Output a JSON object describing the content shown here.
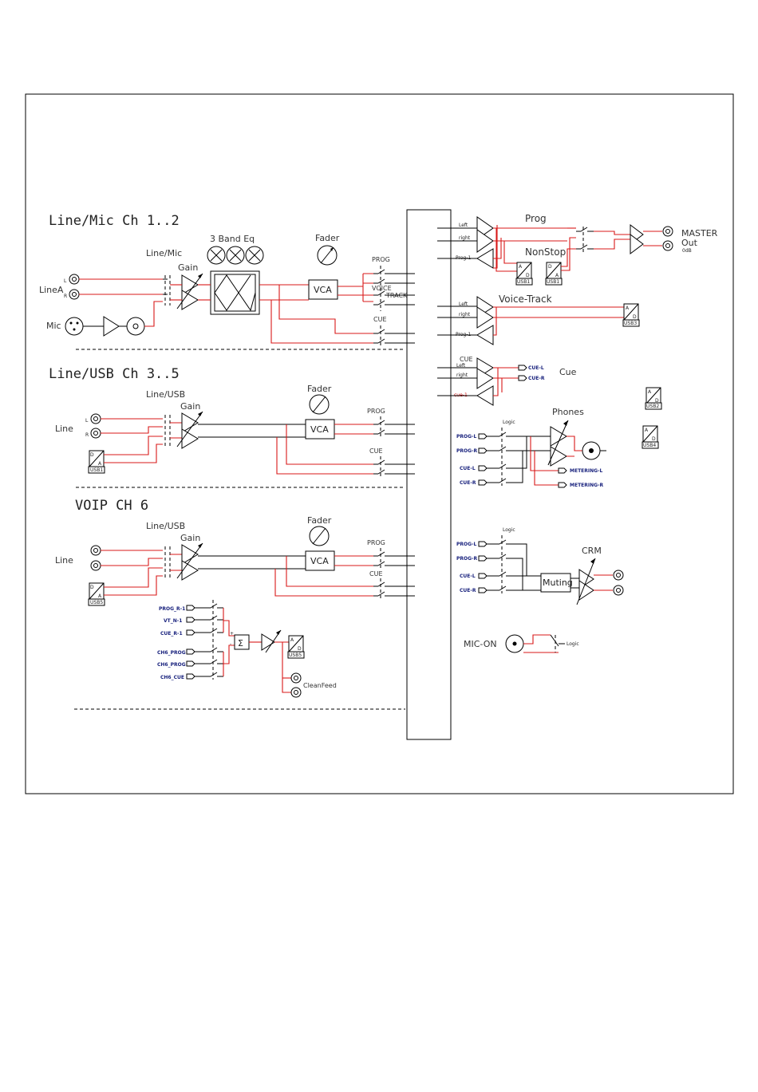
{
  "sections": {
    "ch12": {
      "title": "Line/Mic Ch 1..2",
      "input_type": "Line/Mic",
      "gain": "Gain",
      "eq": "3 Band Eq",
      "fader": "Fader",
      "vca": "VCA",
      "line_in": "LineA",
      "l": "L",
      "r": "R",
      "mic": "Mic",
      "prog": "PROG",
      "voice": "VOICE",
      "track": "TRACK",
      "cue": "CUE"
    },
    "ch35": {
      "title": "Line/USB Ch 3..5",
      "input_type": "Line/USB",
      "gain": "Gain",
      "fader": "Fader",
      "vca": "VCA",
      "line_in": "Line",
      "l": "L",
      "r": "R",
      "usb": "USB1",
      "prog": "PROG",
      "cue": "CUE"
    },
    "ch6": {
      "title": "VOIP CH 6",
      "input_type": "Line/USB",
      "gain": "Gain",
      "fader": "Fader",
      "vca": "VCA",
      "line_in": "Line",
      "usb": "USB5",
      "prog": "PROG",
      "cue": "CUE"
    }
  },
  "voip_mix": {
    "inputs": [
      "PROG_R-1",
      "VT_N-1",
      "CUE_R-1",
      "CH6_PROG",
      "CH6_PROG",
      "CH6_CUE"
    ],
    "sum": "Σ",
    "plus": "+",
    "minus": "-",
    "usb": "USB5",
    "output": "CleanFeed"
  },
  "busses": {
    "prog": {
      "label": "Prog",
      "left": "Left",
      "right": "right",
      "minus": "Prog-1"
    },
    "nonstop": {
      "label": "NonStop",
      "usb_a": "USB1",
      "usb_b": "USB1"
    },
    "master": {
      "l1": "MASTER",
      "l2": "Out",
      "l3": "0dB"
    },
    "voice_track": {
      "label": "Voice-Track",
      "left": "Left",
      "right": "right",
      "minus": "Prog-1",
      "usb": "USB3"
    },
    "cue": {
      "label": "CUE",
      "title": "Cue",
      "left": "Left",
      "right": "right",
      "minus": "cue-1",
      "out_l": "CUE-L",
      "out_r": "CUE-R"
    },
    "usb_side": [
      "USB2",
      "USB4"
    ]
  },
  "phones": {
    "title": "Phones",
    "logic": "Logic",
    "inputs": [
      "PROG-L",
      "PROG-R",
      "CUE-L",
      "CUE-R"
    ],
    "metering": [
      "METERING-L",
      "METERING-R"
    ]
  },
  "crm": {
    "title": "CRM",
    "logic": "Logic",
    "inputs": [
      "PROG-L",
      "PROG-R",
      "CUE-L",
      "CUE-R"
    ],
    "muting": "Muting"
  },
  "mic_on": {
    "label": "MIC-ON",
    "logic": "Logic"
  },
  "ad": {
    "a": "A",
    "d": "D"
  }
}
